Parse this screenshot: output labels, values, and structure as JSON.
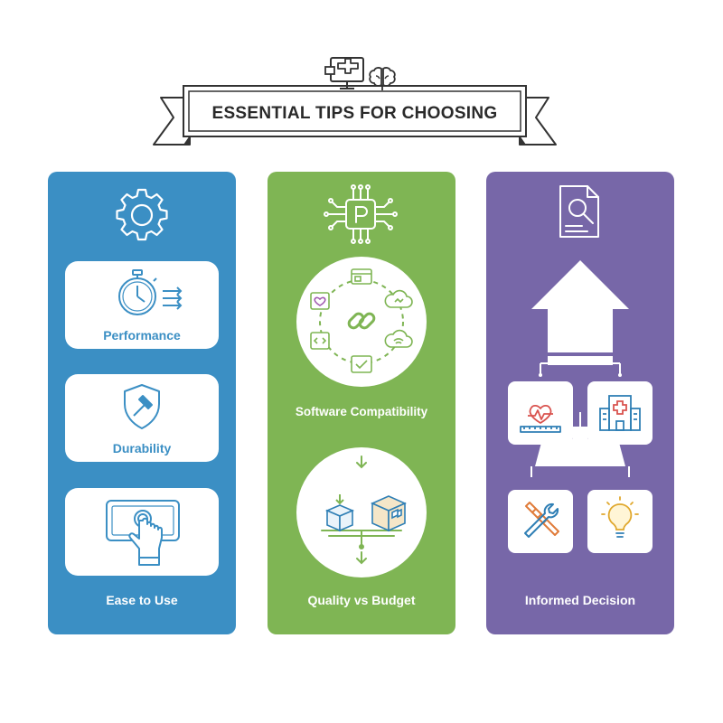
{
  "header": {
    "title": "ESSENTIAL TIPS FOR CHOOSING",
    "icons": [
      "medical-monitor-icon",
      "brain-icon"
    ]
  },
  "columns": {
    "performance_column": {
      "color": "#3b8fc4",
      "header_icon": "gear-icon",
      "cards": [
        {
          "label": "Performance",
          "icon": "stopwatch-icon"
        },
        {
          "label": "Durability",
          "icon": "shield-hammer-icon"
        },
        {
          "icon": "touchscreen-hand-icon"
        }
      ],
      "footer_label": "Ease to Use"
    },
    "compatibility_column": {
      "color": "#7fb554",
      "header_icon": "chip-icon",
      "compatibility_label": "Software Compatibility",
      "footer_label": "Quality vs Budget",
      "icons": [
        "link-icon",
        "cloud-icon",
        "balance-boxes-icon"
      ]
    },
    "decision_column": {
      "color": "#7767a8",
      "header_icon": "document-search-icon",
      "tiles": [
        "heart-monitor-icon",
        "hospital-icon",
        "tools-icon",
        "lightbulb-icon"
      ],
      "footer_label": "Informed Decision"
    }
  }
}
